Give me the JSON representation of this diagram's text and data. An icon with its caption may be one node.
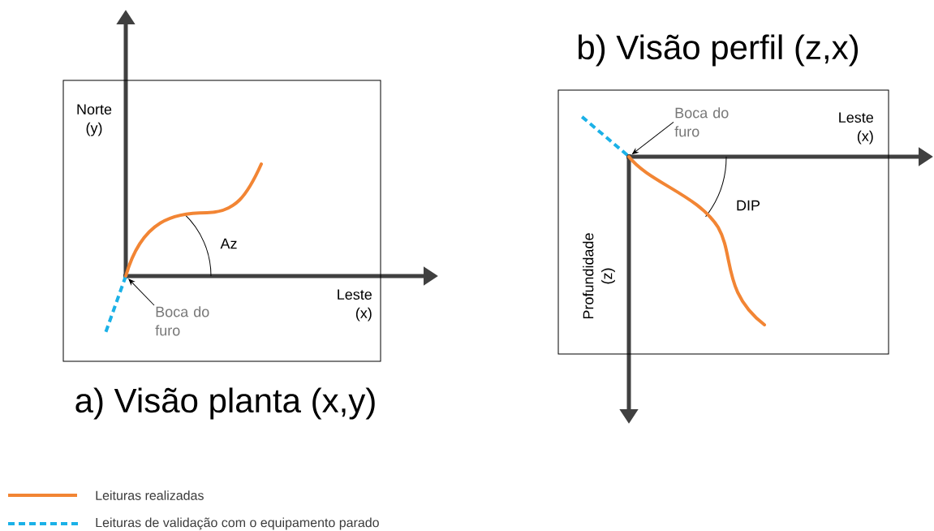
{
  "diagram": {
    "nodes": [
      {
        "text": [],
        "shape": "box"
      },
      {
        "text": [],
        "shape": "curve",
        "in": 0
      },
      {
        "text": [
          "Boca do furo"
        ],
        "in": 0
      },
      {
        "text": [],
        "shape": "box"
      },
      {
        "text": [],
        "shape": "curve",
        "in": 3
      },
      {
        "text": [
          "Boca do furo"
        ],
        "in": 3
      }
    ],
    "edges": [
      {
        "from": 2,
        "to": 1,
        "arrow": "to"
      },
      {
        "from": 5,
        "to": 4,
        "arrow": "to"
      }
    ],
    "labels": [
      "b) Visão perfil (z,x)",
      "Norte (y)",
      "Leste (x)",
      "Az",
      "Leste (x)",
      "DIP",
      "Profundidade (z)",
      "a) Visão planta (x,y)"
    ],
    "legend": [
      {
        "text": "Leituras realizadas"
      },
      {
        "text": "Leituras de validação com o equipamento parado"
      }
    ]
  }
}
